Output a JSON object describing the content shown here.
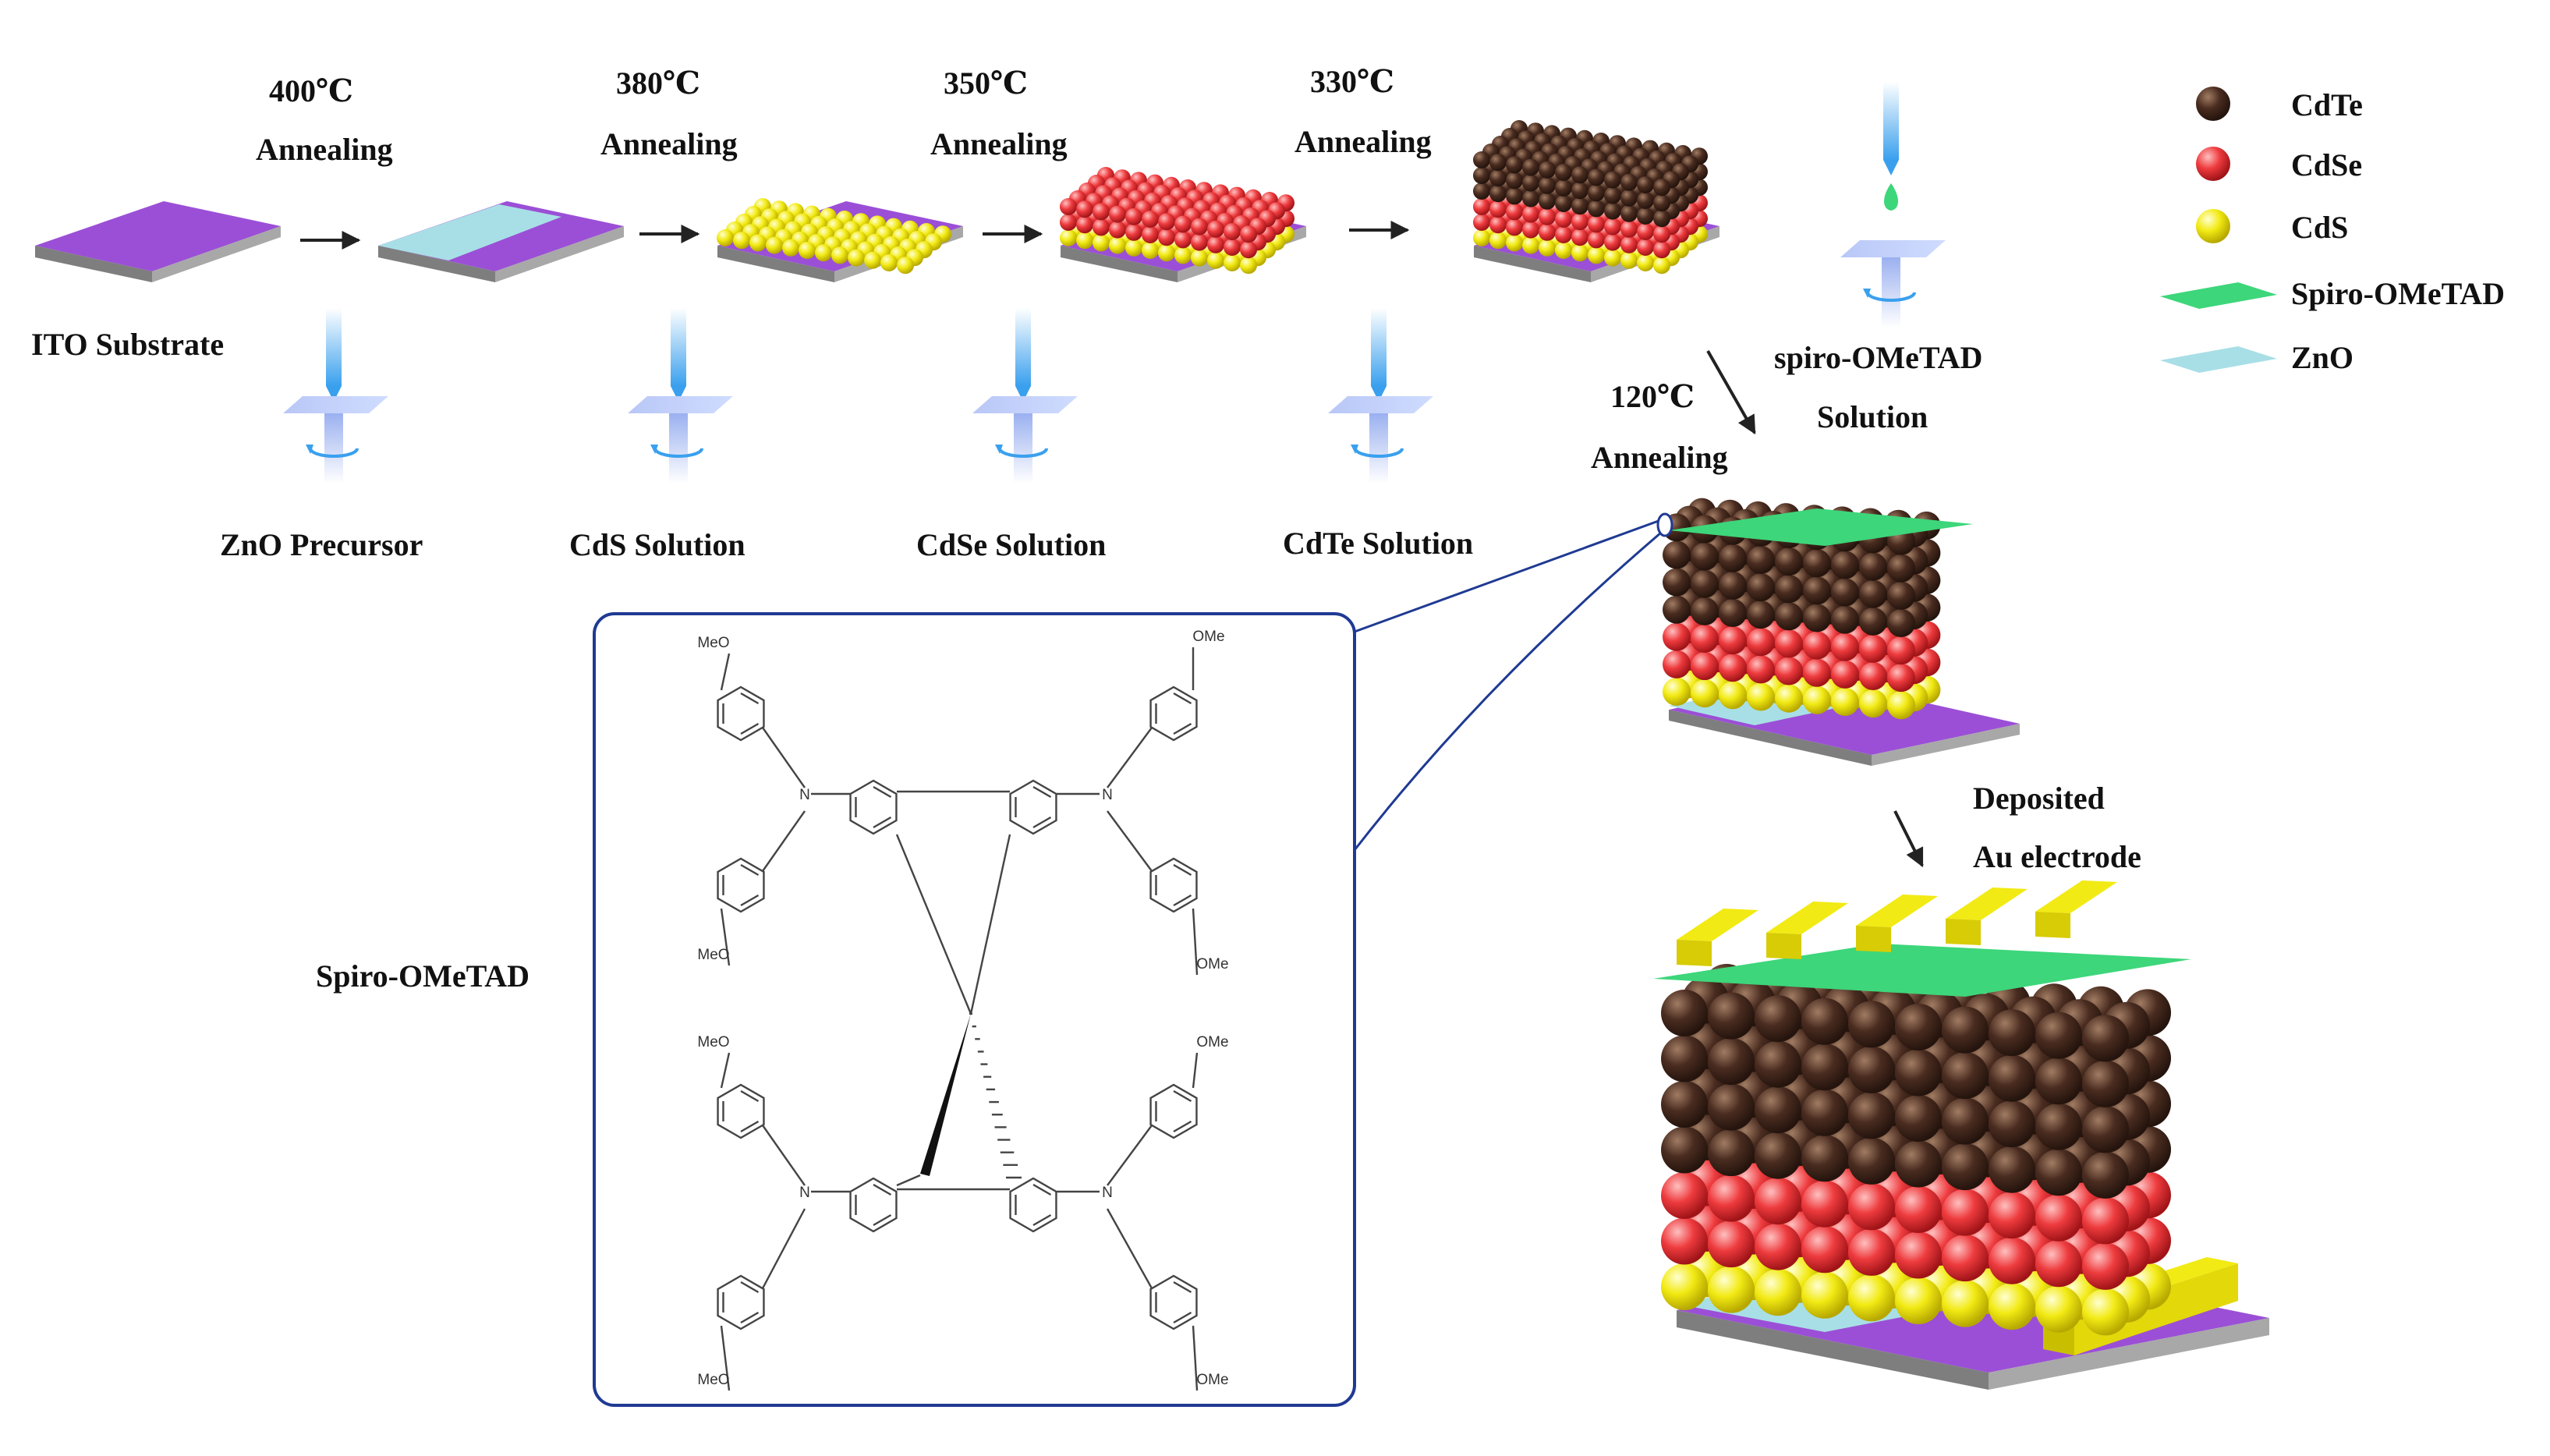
{
  "process": {
    "substrate_label": "ITO Substrate",
    "steps": [
      {
        "temperature": "400℃",
        "action": "Annealing",
        "solution": "ZnO Precursor",
        "drop_color": "#bfe6ea"
      },
      {
        "temperature": "380℃",
        "action": "Annealing",
        "solution": "CdS Solution",
        "drop_color": "#f6f27a"
      },
      {
        "temperature": "350℃",
        "action": "Annealing",
        "solution": "CdSe Solution",
        "drop_color": "#f36b6e"
      },
      {
        "temperature": "330℃",
        "action": "Annealing",
        "solution": "CdTe Solution",
        "drop_color": "#5a3b2c"
      }
    ],
    "spiro_solution": [
      "spiro-OMeTAD",
      "Solution"
    ],
    "final_anneal": [
      "120℃",
      "Annealing"
    ],
    "electrode_step": [
      "Deposited",
      "Au electrode"
    ]
  },
  "legend": [
    {
      "label": "CdTe",
      "color": "#4a2c20",
      "shape": "sphere"
    },
    {
      "label": "CdSe",
      "color": "#ee3b3e",
      "shape": "sphere"
    },
    {
      "label": "CdS",
      "color": "#f2ea14",
      "shape": "sphere"
    },
    {
      "label": "Spiro-OMeTAD",
      "color": "#3dd67a",
      "shape": "slab"
    },
    {
      "label": "ZnO",
      "color": "#a8dfe6",
      "shape": "slab"
    }
  ],
  "molecule": {
    "name": "Spiro-OMeTAD",
    "substituent": "OMe",
    "substituent_left": "MeO",
    "nitrogen": "N"
  },
  "colors": {
    "substrate_purple": "#9b4fd6",
    "substrate_gray": "#8f8f8f",
    "zno": "#a8dfe6",
    "spiro": "#3dd67a",
    "gold": "#f2ea14",
    "dropper": "#3aa0ee",
    "frame": "#1f3a93"
  }
}
